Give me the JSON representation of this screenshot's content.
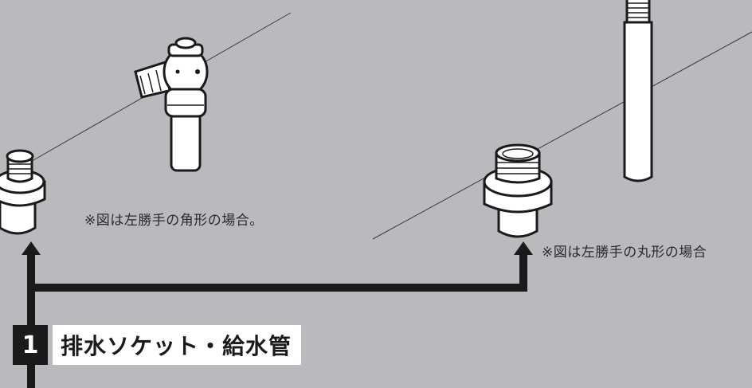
{
  "captions": {
    "left_note": "※図は左勝手の角形の場合。",
    "right_note": "※図は左勝手の丸形の場合"
  },
  "step": {
    "number": "1",
    "title": "排水ソケット・給水管"
  },
  "colors": {
    "background": "#b9babd",
    "arrow": "#1a1a1a",
    "part_fill": "#ffffff",
    "outline": "#1a1a1a"
  },
  "icons": {
    "drain_socket": "drain-socket-icon",
    "angle_valve": "angle-stop-valve-icon",
    "supply_pipe": "supply-pipe-icon"
  }
}
